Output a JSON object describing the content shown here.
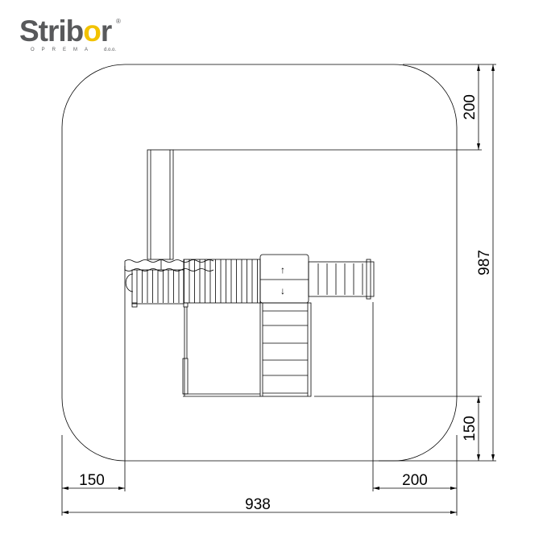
{
  "logo": {
    "brand": "Stribor",
    "subtitle": "OPREMA",
    "suffix": "d.o.o.",
    "registered": "®"
  },
  "dimensions": {
    "top_clearance": "200",
    "total_depth": "987",
    "bottom_clearance": "150",
    "left_clearance": "150",
    "right_clearance": "200",
    "total_width": "938"
  },
  "arrows": {
    "up": "↑",
    "down": "↓"
  },
  "colors": {
    "line": "#000000",
    "logo_gray": "#58595b",
    "logo_sun": "#f2c200"
  }
}
